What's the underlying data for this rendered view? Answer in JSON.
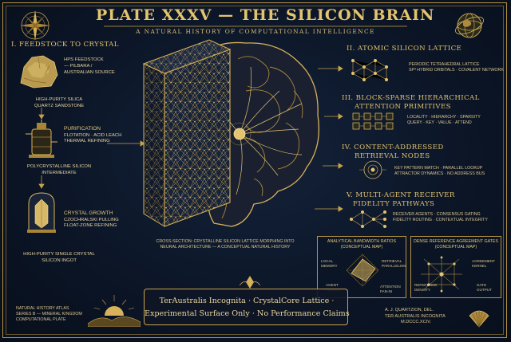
{
  "title": "PLATE XXXV — THE SILICON BRAIN",
  "subtitle": "A NATURAL HISTORY OF COMPUTATIONAL INTELLIGENCE",
  "left": {
    "header": "I. FEEDSTOCK TO CRYSTAL",
    "sandstone_note": [
      "HPS FEEDSTOCK",
      "— PILBARA /",
      "AUSTRALIAN SOURCE"
    ],
    "sandstone_caption": [
      "HIGH-PURITY SILICA",
      "QUARTZ SANDSTONE"
    ],
    "purification_title": "PURIFICATION",
    "purification_lines": [
      "FLOTATION · ACID LEACH",
      "THERMAL REFINING"
    ],
    "polysilicon_caption": [
      "POLYCRYSTALLINE SILICON",
      "INTERMEDIATE"
    ],
    "growth_title": "CRYSTAL GROWTH",
    "growth_lines": [
      "CZOCHRALSKI PULLING",
      "FLOAT-ZONE REFINING"
    ],
    "ingot_caption": [
      "HIGH-PURITY SINGLE CRYSTAL",
      "SILICON INGOT"
    ]
  },
  "center": {
    "caption": [
      "CROSS-SECTION: CRYSTALLINE SILICON LATTICE MORPHING INTO",
      "NEURAL ARCHITECTURE — A CONCEPTUAL NATURAL HISTORY"
    ]
  },
  "right": {
    "s2_header": "II. ATOMIC SILICON LATTICE",
    "s2_lines": [
      "PERIODIC TETRAHEDRAL LATTICE",
      "SP³ HYBRID ORBITALS · COVALENT NETWORK"
    ],
    "s3_header": [
      "III. BLOCK-SPARSE HIERARCHICAL",
      "ATTENTION PRIMITIVES"
    ],
    "s3_lines": [
      "LOCALITY · HIERARCHY · SPARSITY",
      "QUERY · KEY · VALUE · ATTEND"
    ],
    "s4_header": [
      "IV. CONTENT-ADDRESSED",
      "RETRIEVAL NODES"
    ],
    "s4_lines": [
      "KEY PATTERN MATCH · PARALLEL LOOKUP",
      "ATTRACTOR DYNAMICS · NO ADDRESS BUS"
    ],
    "s5_header": [
      "V. MULTI-AGENT RECEIVER",
      "FIDELITY PATHWAYS"
    ],
    "s5_lines": [
      "RECEIVER AGENTS · CONSENSUS GATING",
      "FIDELITY ROUTING · CONTEXTUAL INTEGRITY"
    ]
  },
  "radar": {
    "title": [
      "ANALYTICAL BANDWIDTH RATIOS",
      "(CONCEPTUAL MAP)"
    ],
    "axes": [
      [
        "LOCAL",
        "MEMORY"
      ],
      [
        "RETRIEVAL",
        "PARALLELISM"
      ],
      [
        "ATTENTION",
        "FAN-IN"
      ],
      [
        "AGENT",
        "FIDELITY"
      ]
    ]
  },
  "gates": {
    "title": [
      "DENSE REFERENCE AGREEMENT GATES",
      "(CONCEPTUAL MAP)"
    ],
    "labels": [
      [
        "AGREEMENT",
        "KERNEL"
      ],
      [
        "REFERENCE",
        "DENSITY"
      ],
      [
        "GATE",
        "OUTPUT"
      ]
    ]
  },
  "footer": {
    "left": [
      "NATURAL HISTORY ATLAS",
      "SERIES B — MINERAL KINGDOM",
      "COMPUTATIONAL PLATE"
    ],
    "banner1": "TerAustralis Incognita  ·  CrystalCore Lattice  ·",
    "banner2": "Experimental Surface Only  ·  No Performance Claims",
    "right": [
      "A. J. QUARTZION, DEL.",
      "TER AUSTRALIS INCOGNITA",
      "M.DCCC.XCIV."
    ]
  },
  "colors": {
    "background": "#0b1526",
    "gold": "#d8b25a",
    "ink": "#e6d3a0"
  }
}
